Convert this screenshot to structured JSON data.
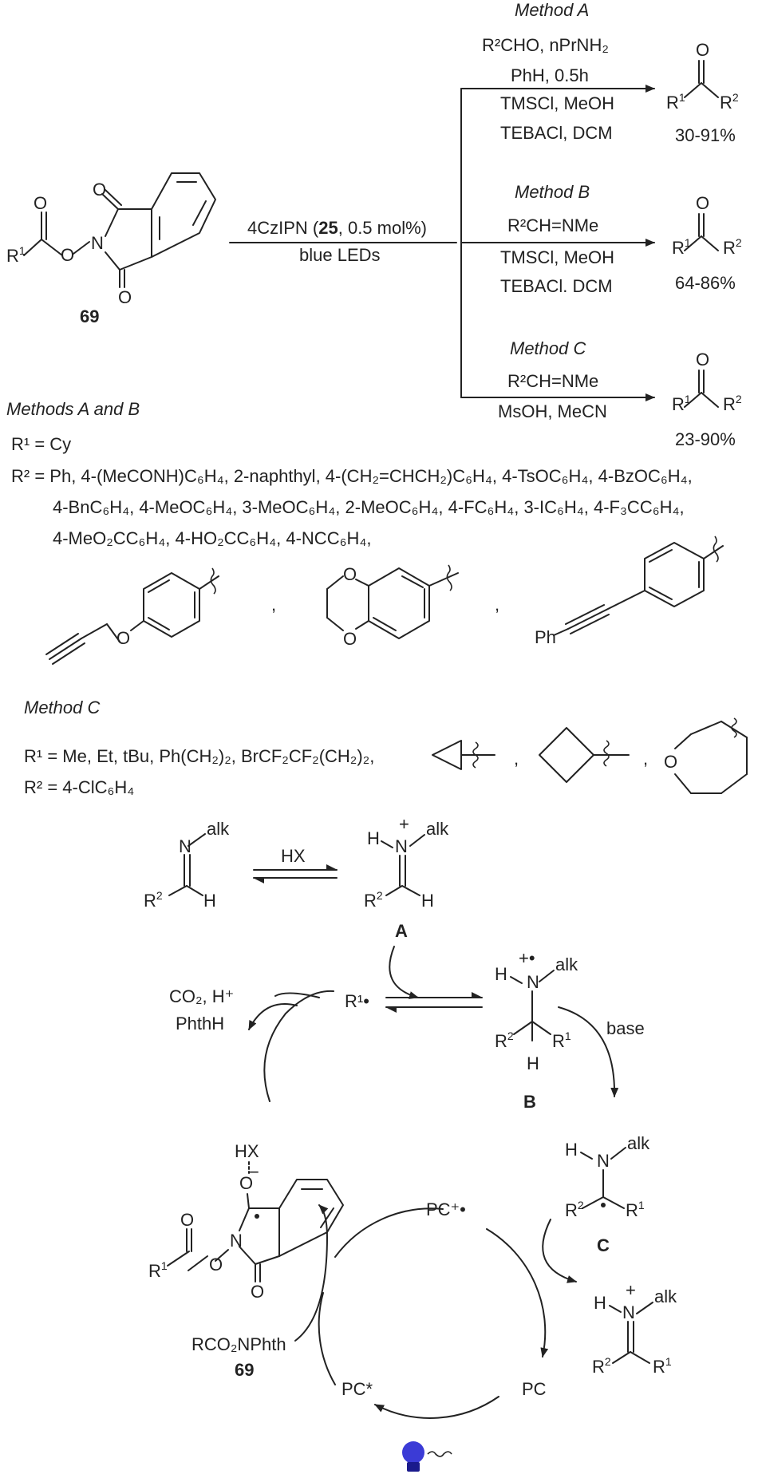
{
  "top": {
    "compound_label": "69",
    "reagent_line1_pre": "4CzIPN (",
    "reagent_line1_bold": "25",
    "reagent_line1_post": ", 0.5 mol%)",
    "reagent_line2": "blue LEDs",
    "method_a": {
      "title": "Method A",
      "line1": "R²CHO, nPrNH₂",
      "line2": "PhH, 0.5h",
      "line3": "TMSCl, MeOH",
      "line4": "TEBACl, DCM",
      "yield": "30-91%"
    },
    "method_b": {
      "title": "Method B",
      "line1": "R²CH=NMe",
      "line2": "TMSCl, MeOH",
      "line3": "TEBACl. DCM",
      "yield": "64-86%"
    },
    "method_c": {
      "title": "Method C",
      "line1": "R²CH=NMe",
      "line2": "MsOH, MeCN",
      "yield": "23-90%"
    }
  },
  "scope": {
    "ab_title": "Methods A and B",
    "ab_r1": "R¹ = Cy",
    "ab_r2_line1": "R² = Ph, 4-(MeCONH)C₆H₄, 2-naphthyl, 4-(CH₂=CHCH₂)C₆H₄, 4-TsOC₆H₄, 4-BzOC₆H₄,",
    "ab_r2_line2": "4-BnC₆H₄, 4-MeOC₆H₄, 3-MeOC₆H₄, 2-MeOC₆H₄, 4-FC₆H₄, 3-IC₆H₄, 4-F₃CC₆H₄,",
    "ab_r2_line3": "4-MeO₂CC₆H₄, 4-HO₂CC₆H₄, 4-NCC₆H₄,",
    "ph_label": "Ph",
    "c_title": "Method C",
    "c_r1": "R¹ = Me, Et, tBu, Ph(CH₂)₂, BrCF₂CF₂(CH₂)₂,",
    "c_r2": "R² = 4-ClC₆H₄"
  },
  "mechanism": {
    "hx": "HX",
    "label_a": "A",
    "label_b": "B",
    "label_c": "C",
    "co2": "CO₂, H⁺",
    "phthh": "PhthH",
    "r1_radical": "R¹•",
    "base": "base",
    "pc_radical_cation": "PC⁺•",
    "pc_star": "PC*",
    "pc": "PC",
    "reagent": "RCO₂NPhth",
    "reagent_label": "69",
    "alk": "alk",
    "hx_small": "HX"
  },
  "colors": {
    "line": "#222222",
    "bulb": "#3b3bd6",
    "bulb_dark": "#1a1a8c"
  },
  "icons": [
    "light-bulb-icon"
  ]
}
